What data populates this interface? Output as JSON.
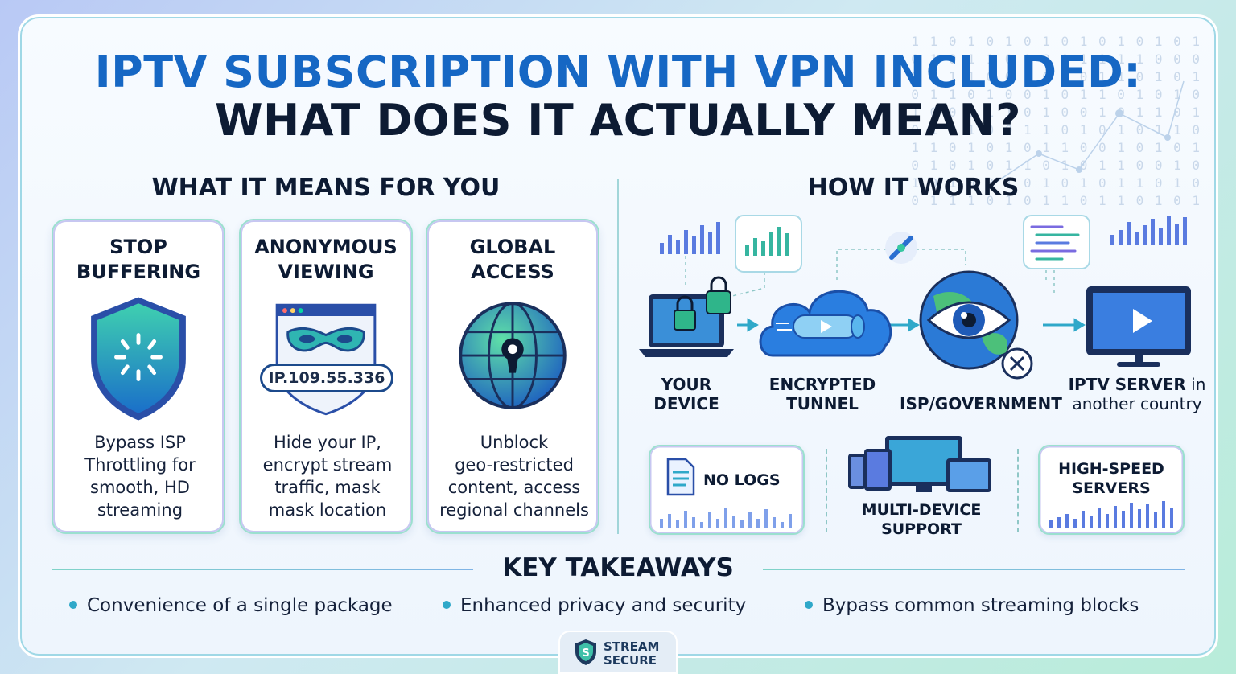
{
  "title": {
    "line1": "IPTV SUBSCRIPTION WITH VPN INCLUDED:",
    "line2": "WHAT DOES IT ACTUALLY MEAN?"
  },
  "left_section": {
    "heading": "WHAT IT MEANS FOR YOU",
    "cards": [
      {
        "title_l1": "STOP",
        "title_l2": "BUFFERING",
        "icon": "shield-icon",
        "desc": [
          "Bypass ISP",
          "Throttling for",
          "smooth, HD",
          "streaming"
        ]
      },
      {
        "title_l1": "ANONYMOUS",
        "title_l2": "VIEWING",
        "icon": "mask-icon",
        "ip": "IP.109.55.336",
        "desc": [
          "Hide your IP,",
          "encrypt stream",
          "traffic, mask",
          "mask location"
        ]
      },
      {
        "title_l1": "GLOBAL",
        "title_l2": "ACCESS",
        "icon": "globe-lock-icon",
        "desc": [
          "Unblock",
          "geo-restricted",
          "content, access",
          "regional channels"
        ]
      }
    ]
  },
  "right_section": {
    "heading": "HOW IT WORKS",
    "flow": [
      {
        "l1": "YOUR",
        "l2": "DEVICE",
        "icon": "laptop-icon"
      },
      {
        "l1": "ENCRYPTED",
        "l2": "TUNNEL",
        "icon": "cloud-tunnel-icon"
      },
      {
        "l1": "ISP/GOVERNMENT",
        "icon": "globe-eye-icon"
      },
      {
        "l1": "IPTV SERVER",
        "l1b": " in",
        "l2": "another country",
        "icon": "monitor-play-icon"
      }
    ],
    "features": [
      {
        "label": "NO LOGS",
        "icon": "document-icon"
      },
      {
        "label_l1": "MULTI-DEVICE",
        "label_l2": "SUPPORT",
        "icon": "devices-icon"
      },
      {
        "label_l1": "HIGH-SPEED",
        "label_l2": "SERVERS",
        "icon": "bars-icon"
      }
    ]
  },
  "takeaways": {
    "heading": "KEY TAKEAWAYS",
    "items": [
      "Convenience of a single package",
      "Enhanced privacy and security",
      "Bypass common streaming blocks"
    ]
  },
  "brand": {
    "l1": "STREAM",
    "l2": "SECURE",
    "icon": "shield-s-icon"
  },
  "colors": {
    "accent_blue": "#1667c4",
    "accent_teal": "#2fa8c9",
    "dark": "#0d1b33"
  }
}
